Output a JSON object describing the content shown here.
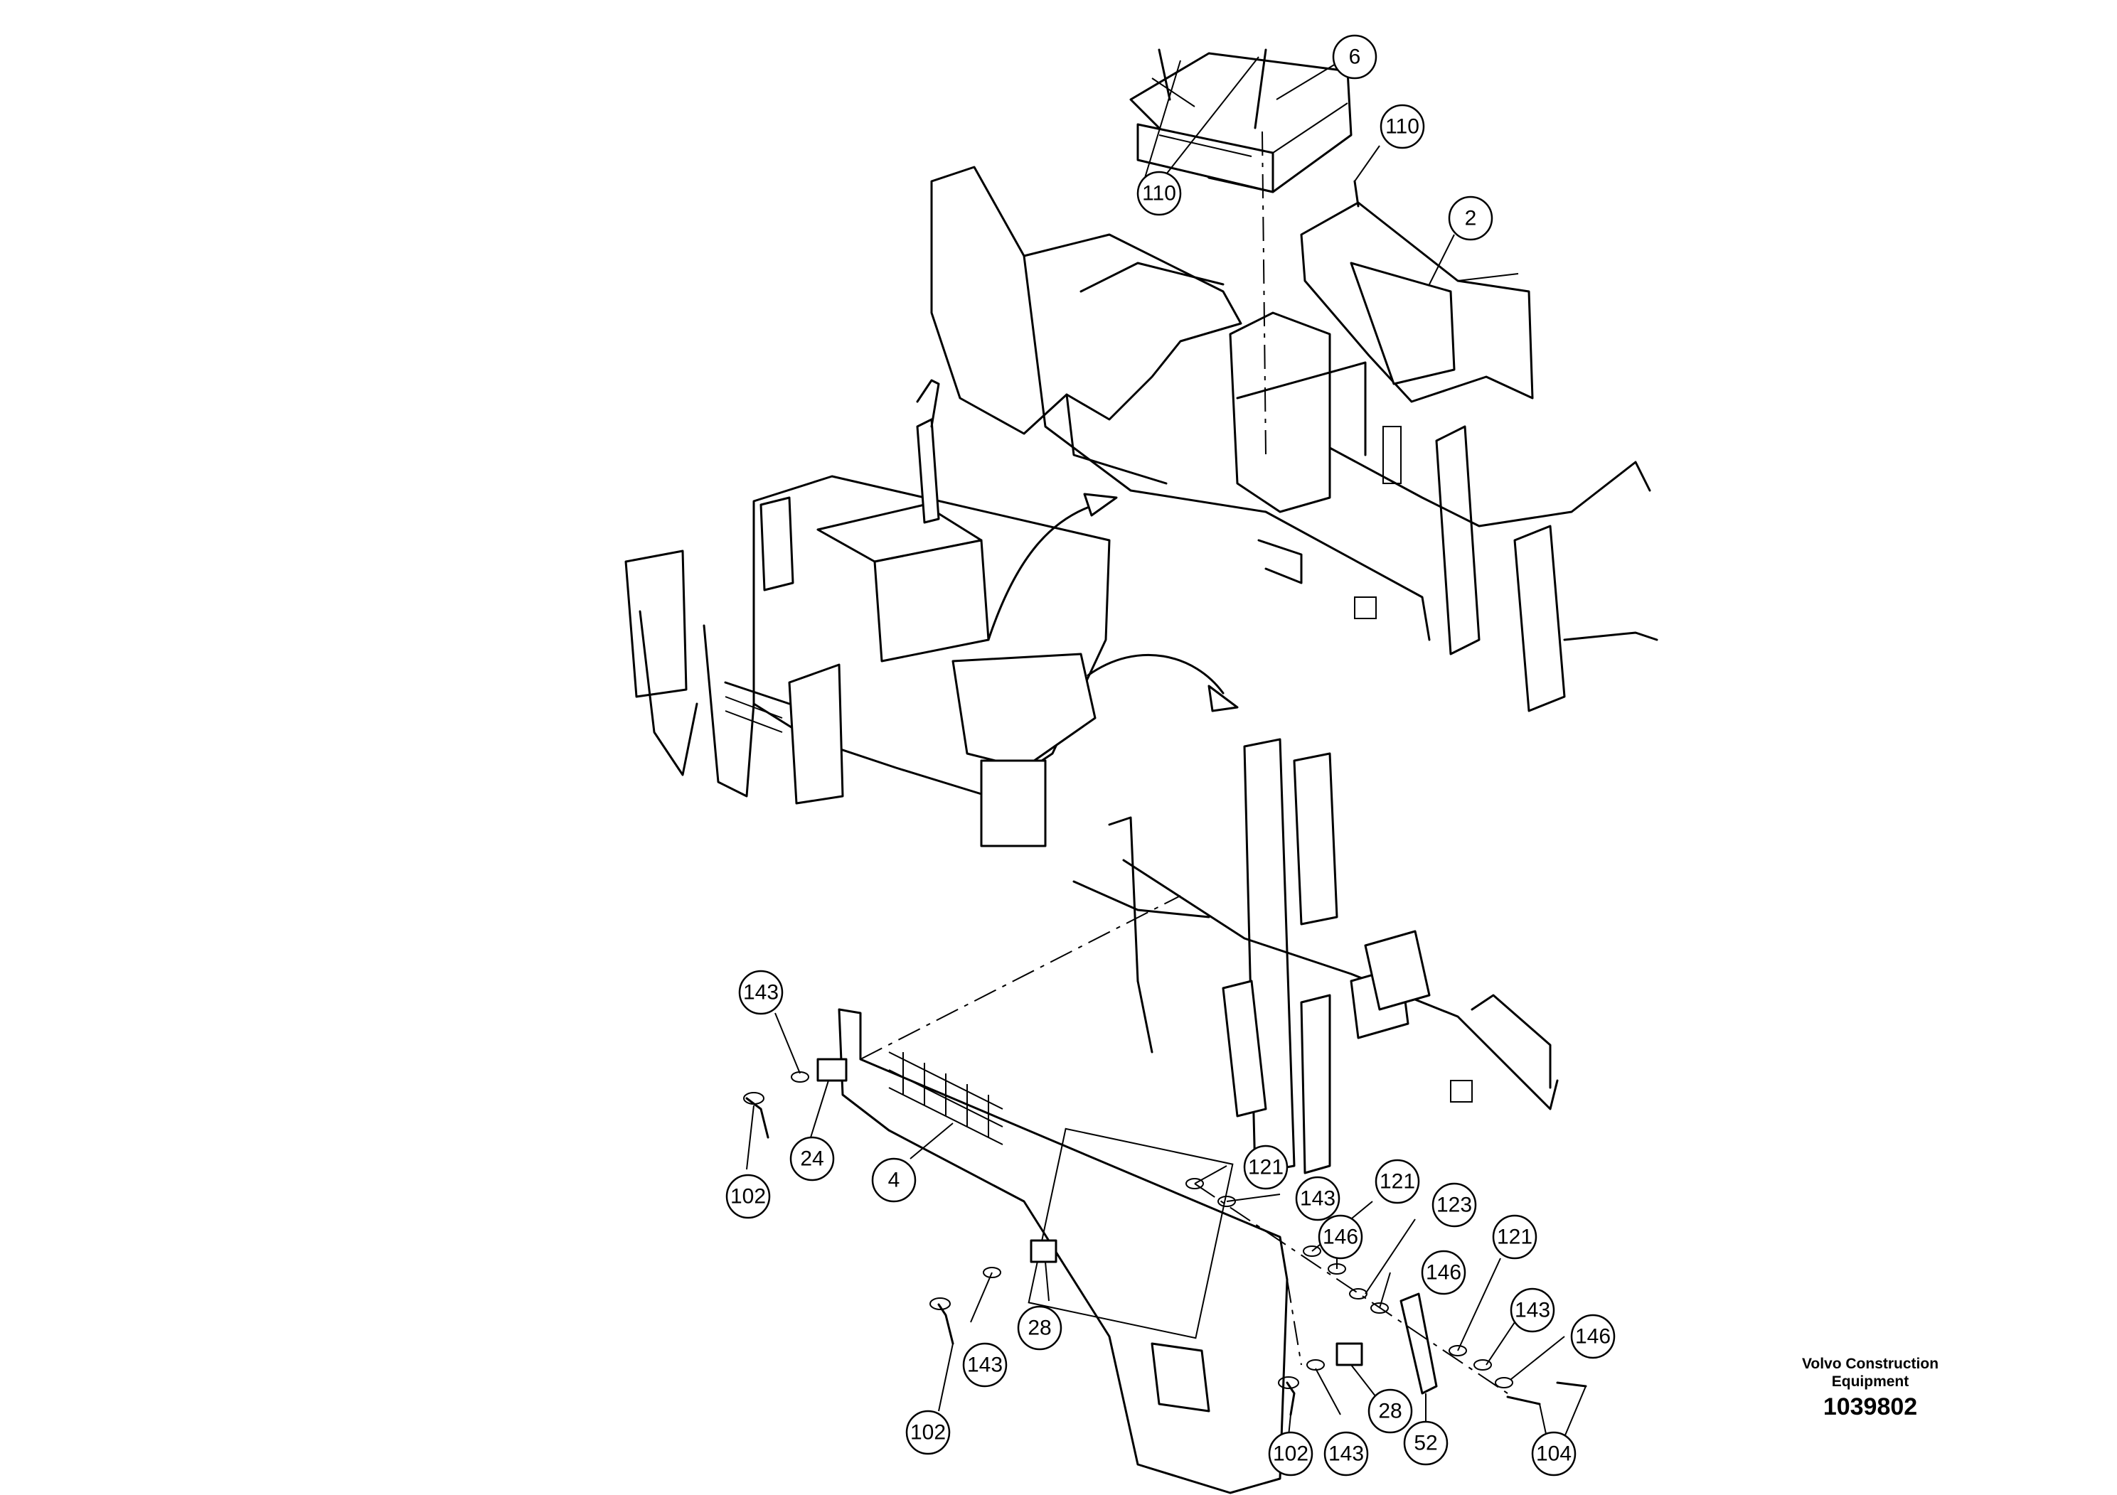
{
  "brand": {
    "line1": "Volvo Construction",
    "line2": "Equipment"
  },
  "drawing_number": "1039802",
  "callouts": [
    {
      "label": "6"
    },
    {
      "label": "110"
    },
    {
      "label": "110"
    },
    {
      "label": "2"
    },
    {
      "label": "143"
    },
    {
      "label": "24"
    },
    {
      "label": "102"
    },
    {
      "label": "4"
    },
    {
      "label": "121"
    },
    {
      "label": "143"
    },
    {
      "label": "121"
    },
    {
      "label": "146"
    },
    {
      "label": "123"
    },
    {
      "label": "146"
    },
    {
      "label": "121"
    },
    {
      "label": "143"
    },
    {
      "label": "146"
    },
    {
      "label": "28"
    },
    {
      "label": "102"
    },
    {
      "label": "143"
    },
    {
      "label": "28"
    },
    {
      "label": "102"
    },
    {
      "label": "143"
    },
    {
      "label": "52"
    },
    {
      "label": "104"
    }
  ]
}
